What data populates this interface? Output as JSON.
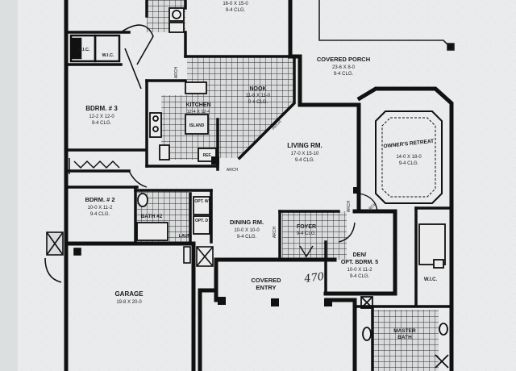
{
  "rooms": [
    {
      "key": "top-room",
      "dims": "16-0 X 15-0",
      "clg": "9-4 CLG."
    },
    {
      "key": "covered-porch",
      "name": "COVERED PORCH",
      "dims": "23-6 X 8-0",
      "clg": "9-4 CLG."
    },
    {
      "key": "nook",
      "name": "NOOK",
      "dims": "11-8 X 11-0",
      "clg": "9-4 CLG."
    },
    {
      "key": "kitchen",
      "name": "KITCHEN",
      "dims": "12-4 X 12-4",
      "clg": "9-4 CLG."
    },
    {
      "key": "bedroom-3",
      "name": "BDRM. # 3",
      "dims": "12-2 X 12-0",
      "clg": "9-4 CLG."
    },
    {
      "key": "owners-retreat",
      "name": "OWNER'S RETREAT",
      "dims": "14-0 X 18-0",
      "clg": "9-4 CLG."
    },
    {
      "key": "living-room",
      "name": "LIVING RM.",
      "dims": "17-0 X 15-10",
      "clg": "9-4 CLG."
    },
    {
      "key": "bedroom-2",
      "name": "BDRM. # 2",
      "dims": "10-0 X 11-2",
      "clg": "9-4 CLG."
    },
    {
      "key": "bath-2",
      "name": "BATH #2"
    },
    {
      "key": "dining-room",
      "name": "DINING RM.",
      "dims": "10-0 X 10-0",
      "clg": "9-4 CLG."
    },
    {
      "key": "foyer",
      "name": "FOYER",
      "dims": "9-4 CLG."
    },
    {
      "key": "den",
      "name": "DEN/",
      "line2": "OPT. BDRM. 5",
      "dims": "10-0 X 11-2",
      "clg": "9-4 CLG."
    },
    {
      "key": "garage",
      "name": "GARAGE",
      "dims": "19-8 X 20-0"
    },
    {
      "key": "covered-entry",
      "name": "COVERED",
      "line2": "ENTRY"
    },
    {
      "key": "master-bath",
      "name": "MASTER",
      "line2": "BATH"
    }
  ],
  "small_labels": {
    "wic_top": "W.I.C.",
    "wic_top2": "W.I.C.",
    "wic_master": "W.I.C.",
    "island": "ISLAND",
    "ref": "REF.",
    "laun": "LAUN.",
    "opt_w": "OPT. W",
    "opt_d": "OPT. D",
    "arch_1": "ARCH",
    "arch_2": "ARCH",
    "arch_3": "ARCH",
    "arch_4": "ARCH",
    "arch_5": "ARCH",
    "arch_6": "ARCH"
  },
  "annotation": "470"
}
